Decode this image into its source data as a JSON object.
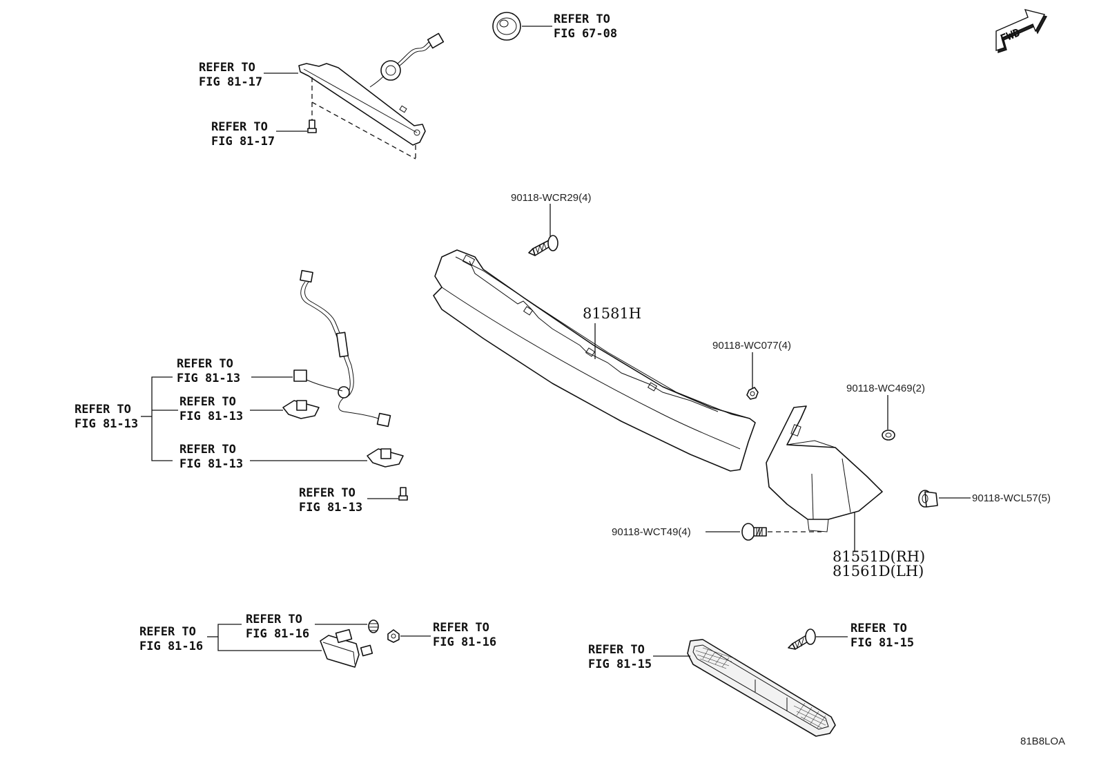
{
  "labels": {
    "gasket": [
      "REFER TO",
      "FIG 67-08"
    ],
    "stop_lamp": [
      "REFER TO",
      "FIG 81-17"
    ],
    "stop_lamp_screw": [
      "REFER TO",
      "FIG 81-17"
    ],
    "license_wire": [
      "REFER TO",
      "FIG 81-13"
    ],
    "license_group": [
      "REFER TO",
      "FIG 81-13"
    ],
    "license_lamp_1": [
      "REFER TO",
      "FIG 81-13"
    ],
    "license_lamp_2": [
      "REFER TO",
      "FIG 81-13"
    ],
    "license_screw": [
      "REFER TO",
      "FIG 81-13"
    ],
    "side_marker_group": [
      "REFER TO",
      "FIG 81-16"
    ],
    "side_marker_bulb": [
      "REFER TO",
      "FIG 81-16"
    ],
    "side_marker_socket": [
      "REFER TO",
      "FIG 81-16"
    ],
    "reflector": [
      "REFER TO",
      "FIG 81-15"
    ],
    "reflector_screw": [
      "REFER TO",
      "FIG 81-15"
    ]
  },
  "parts": {
    "screw_wcr29": "90118-WCR29(4)",
    "garnish": "81581H",
    "nut_wc077": "90118-WC077(4)",
    "nut_wc469": "90118-WC469(2)",
    "clip_wcl57": "90118-WCL57(5)",
    "screw_wct49": "90118-WCT49(4)",
    "cover_rh": "81551D(RH)",
    "cover_lh": "81561D(LH)"
  },
  "fwd_label": "FWD",
  "figure_code": "81B8LOA"
}
